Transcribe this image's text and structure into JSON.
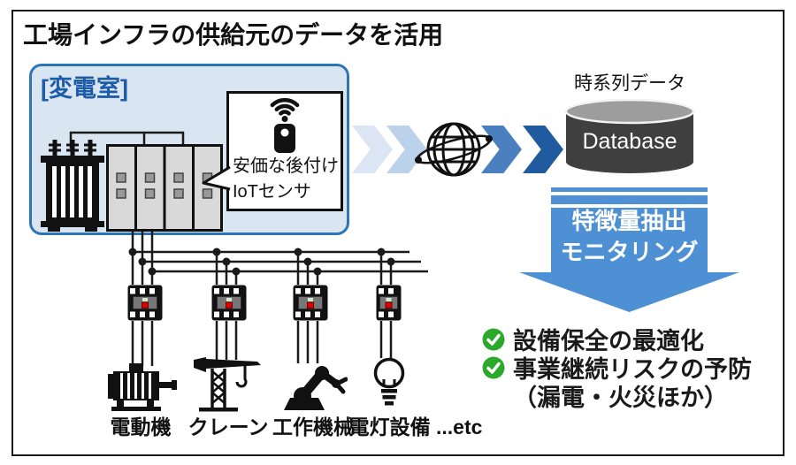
{
  "title": "工場インフラの供給元のデータを活用",
  "substation": {
    "label": "[変電室]",
    "callout": {
      "line1": "安価な後付け",
      "line2": "IoTセンサ"
    }
  },
  "database": {
    "caption": "時系列データ",
    "label": "Database"
  },
  "process_arrow": {
    "line1": "特徴量抽出",
    "line2": "モニタリング"
  },
  "benefits": [
    {
      "text": "設備保全の最適化",
      "checked": true
    },
    {
      "text": "事業継続リスクの予防",
      "checked": true
    },
    {
      "text": "（漏電・火災ほか）",
      "checked": false
    }
  ],
  "equipment": [
    {
      "label": "電動機",
      "icon": "motor-icon"
    },
    {
      "label": "クレーン",
      "icon": "crane-icon"
    },
    {
      "label": "工作機械",
      "icon": "robot-arm-icon"
    },
    {
      "label": "電灯設備 ...etc",
      "icon": "light-bulb-icon"
    }
  ],
  "icons": [
    "wifi-sensor-icon",
    "internet-globe-icon",
    "database-cylinder-icon",
    "transformer-icon",
    "switchgear-icon",
    "breaker-icon",
    "check-icon"
  ],
  "colors": {
    "accent_blue": "#2e75b6",
    "substation_fill": "#dae5f2",
    "flow_light": "#dbe5f3",
    "flow_mid": "#bcd2ea",
    "flow_blue": "#4a80c0",
    "flow_dark": "#1f5b9e",
    "process_arrow": "#4e90d4",
    "database_body": "#3f3f3f",
    "database_top": "#9d9d9d",
    "check_green": "#2ca92c",
    "breaker_red": "#e00000"
  }
}
